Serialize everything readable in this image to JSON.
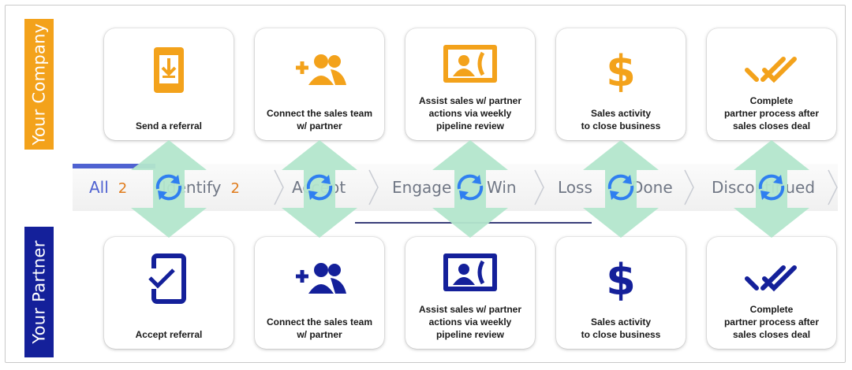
{
  "sides": {
    "top": {
      "label": "Your Company",
      "color": "#f3a21b"
    },
    "bottom": {
      "label": "Your Partner",
      "color": "#14209a"
    }
  },
  "tabs": [
    {
      "label": "All",
      "count": "2"
    },
    {
      "label": "Identify",
      "count": "2"
    },
    {
      "label": "Accept",
      "count": ""
    },
    {
      "label": "Engage",
      "count": ""
    },
    {
      "label": "Win",
      "count": ""
    },
    {
      "label": "Loss",
      "count": ""
    },
    {
      "label": "Done",
      "count": ""
    },
    {
      "label": "Discontinued",
      "count": ""
    }
  ],
  "company_steps": [
    {
      "icon": "phone-download-icon",
      "label": "Send a referral"
    },
    {
      "icon": "add-team-icon",
      "label": "Connect the sales team\nw/ partner"
    },
    {
      "icon": "contact-call-icon",
      "label": "Assist sales w/ partner\nactions via weekly\npipeline review"
    },
    {
      "icon": "dollar-icon",
      "label": "Sales activity\nto close business"
    },
    {
      "icon": "double-check-icon",
      "label": "Complete\npartner process after\nsales closes deal"
    }
  ],
  "partner_steps": [
    {
      "icon": "phone-check-icon",
      "label": "Accept referral"
    },
    {
      "icon": "add-team-icon",
      "label": "Connect the sales team\nw/ partner"
    },
    {
      "icon": "contact-call-icon",
      "label": "Assist sales w/ partner\nactions via weekly\npipeline review"
    },
    {
      "icon": "dollar-icon",
      "label": "Sales activity\nto close business"
    },
    {
      "icon": "double-check-icon",
      "label": "Complete\npartner process after\nsales closes deal"
    }
  ],
  "colors": {
    "company": "#f3a21b",
    "partner": "#14209a",
    "arrow": "#b3e6cc",
    "sync": "#2f7ff0"
  }
}
